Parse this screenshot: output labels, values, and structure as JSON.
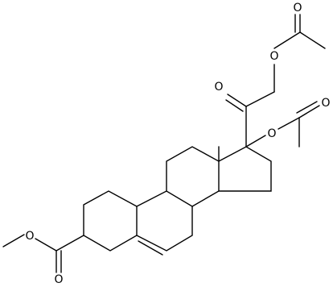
{
  "molecule": {
    "atom_labels": {
      "o_carbonyl_c20": "O",
      "o_ester_c21": "O",
      "o_acetyl_c21": "O",
      "o_ester_c17": "O",
      "o_acetyl_c17": "O",
      "o_methoxy": "O",
      "o_carbonyl_c3": "O"
    },
    "colors": {
      "bond": "#000000",
      "label": "#000000",
      "background": "#ffffff"
    }
  }
}
